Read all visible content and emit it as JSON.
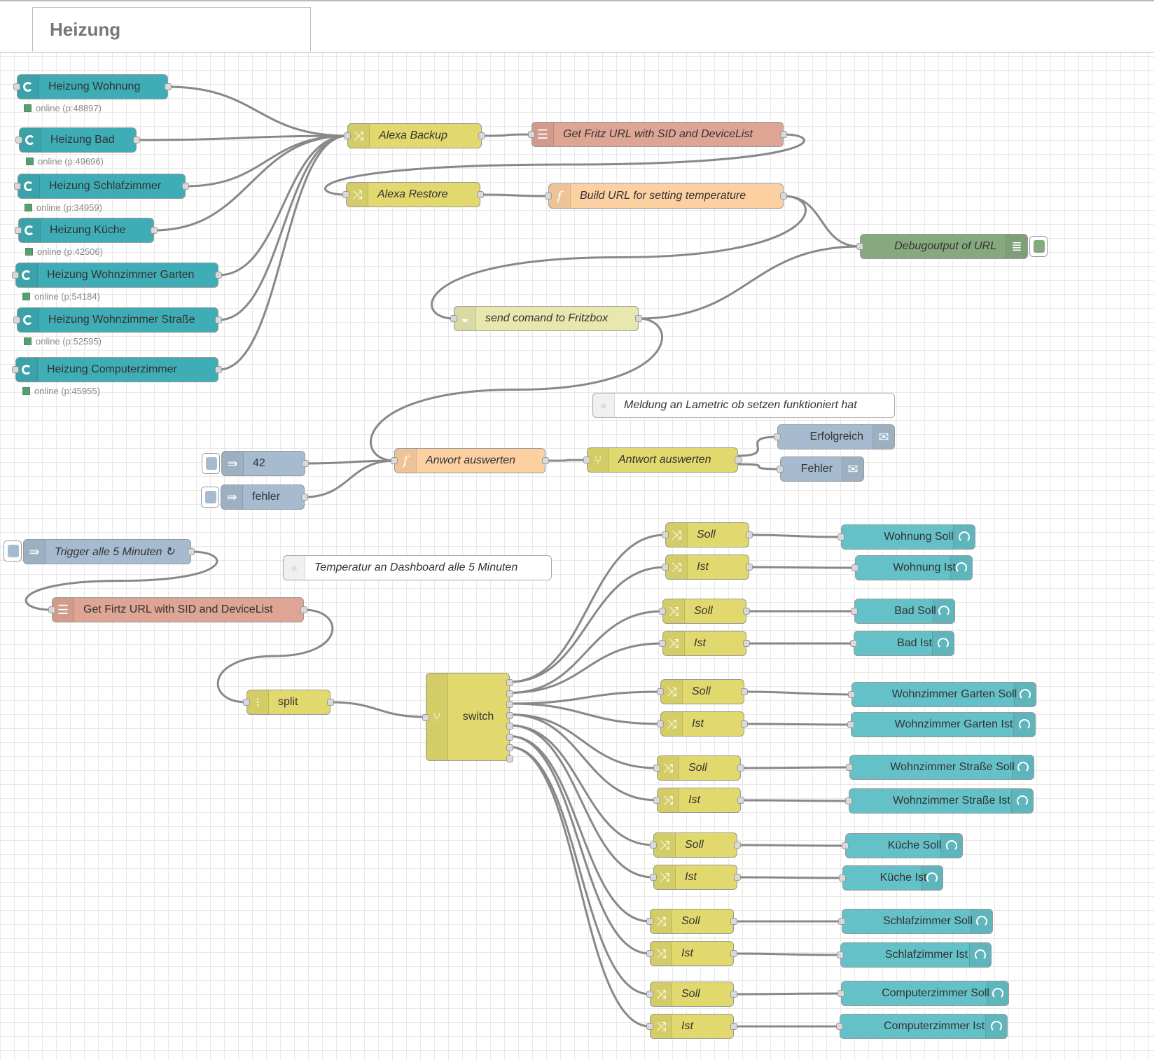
{
  "tab": {
    "title": "Heizung"
  },
  "alexa_nodes": [
    {
      "label": "Heizung Wohnung",
      "status": "online (p:48897)"
    },
    {
      "label": "Heizung Bad",
      "status": "online (p:49696)"
    },
    {
      "label": "Heizung Schlafzimmer",
      "status": "online (p:34959)"
    },
    {
      "label": "Heizung Küche",
      "status": "online (p:42506)"
    },
    {
      "label": "Heizung Wohnzimmer Garten",
      "status": "online (p:54184)"
    },
    {
      "label": "Heizung Wohnzimmer Straße",
      "status": "online (p:52595)"
    },
    {
      "label": "Heizung Computerzimmer",
      "status": "online (p:45955)"
    }
  ],
  "flow": {
    "alexa_backup": "Alexa Backup",
    "alexa_restore": "Alexa Restore",
    "get_fritz_url": "Get Fritz URL with SID and DeviceList",
    "build_url": "Build URL for setting temperature",
    "debug": "Debugoutput of URL",
    "http_request": "send comand to Fritzbox",
    "comment_lametric": "Meldung an Lametric ob setzen funktioniert hat",
    "inject_42": "42",
    "inject_fehler": "fehler",
    "func_antwort": "Anwort auswerten",
    "switch_antwort": "Antwort auswerten",
    "mail_ok": "Erfolgreich",
    "mail_err": "Fehler",
    "trigger": "Trigger alle 5 Minuten",
    "trigger_repeat_icon": "↻",
    "comment_dashboard": "Temperatur an Dashboard alle 5 Minuten",
    "get_firtz_url": "Get Firtz URL with SID and DeviceList",
    "split": "split",
    "switch": "switch"
  },
  "change_labels": [
    "Soll",
    "Ist",
    "Soll",
    "Ist",
    "Soll",
    "Ist",
    "Soll",
    "Ist",
    "Soll",
    "Ist",
    "Soll",
    "Ist",
    "Soll",
    "Ist"
  ],
  "gauges": [
    "Wohnung Soll",
    "Wohnung Ist",
    "Bad Soll",
    "Bad Ist",
    "Wohnzimmer Garten Soll",
    "Wohnzimmer Garten Ist",
    "Wohnzimmer Straße Soll",
    "Wohnzimmer Straße Ist",
    "Küche Soll",
    "Küche Ist",
    "Schlafzimmer Soll",
    "Schlafzimmer Ist",
    "Computerzimmer Soll",
    "Computerzimmer Ist"
  ],
  "icons": {
    "alexa": "alexa-ring-icon",
    "change": "shuffle-icon",
    "template": "template-icon",
    "function": "function-icon",
    "debug": "debug-list-icon",
    "http": "globe-icon",
    "inject": "arrow-right-icon",
    "switch": "switch-icon",
    "split": "split-icon",
    "mail": "envelope-icon",
    "gauge": "gauge-icon",
    "comment": "speech-bubble-icon"
  },
  "colors": {
    "alexa": "#3fadb5",
    "change": "#e2d96e",
    "template": "#dea594",
    "function": "#fdd0a2",
    "debug": "#87a980",
    "http": "#e7e7ae",
    "inject": "#a6bbcf",
    "gauge": "#65c1c8",
    "status_ok": "#5a9e6f"
  }
}
